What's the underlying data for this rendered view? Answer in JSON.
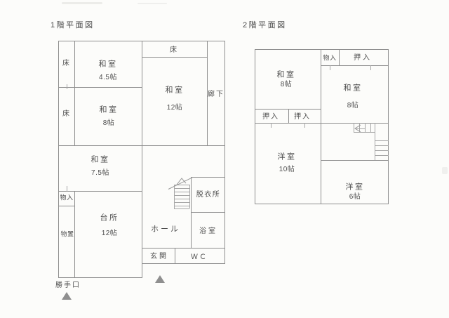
{
  "floor1": {
    "title": "1階平面図",
    "rooms": {
      "toko_upper": "床",
      "toko_lower": "床",
      "toko_right": "床",
      "washitsu45": {
        "name": "和室",
        "size": "4.5帖"
      },
      "washitsu8": {
        "name": "和室",
        "size": "8帖"
      },
      "washitsu12": {
        "name": "和室",
        "size": "12帖"
      },
      "washitsu75": {
        "name": "和室",
        "size": "7.5帖"
      },
      "rouka": "廊下",
      "monoire": "物入",
      "monooki": "物置",
      "daidokoro": {
        "name": "台所",
        "size": "12帖"
      },
      "hall": "ホール",
      "datsuijo": "脱衣所",
      "yokushitsu": "浴室",
      "genkan": "玄関",
      "wc": "ＷＣ",
      "katteguchi": "勝手口"
    }
  },
  "floor2": {
    "title": "2階平面図",
    "rooms": {
      "monoire": "物入",
      "oshiire_top": "押入",
      "oshiire_left1": "押入",
      "oshiire_left2": "押入",
      "washitsu_left": {
        "name": "和室",
        "size": "8帖"
      },
      "washitsu_right": {
        "name": "和室",
        "size": "8帖"
      },
      "youshitsu10": {
        "name": "洋室",
        "size": "10帖"
      },
      "youshitsu6": {
        "name": "洋室",
        "size": "6帖"
      }
    }
  },
  "icons": {
    "entrance_marker": "triangle-up",
    "backdoor_marker": "triangle-up"
  },
  "colors": {
    "wall": "#8e8e8e",
    "text": "#4e4e4e",
    "marker": "#8f8f8f"
  }
}
